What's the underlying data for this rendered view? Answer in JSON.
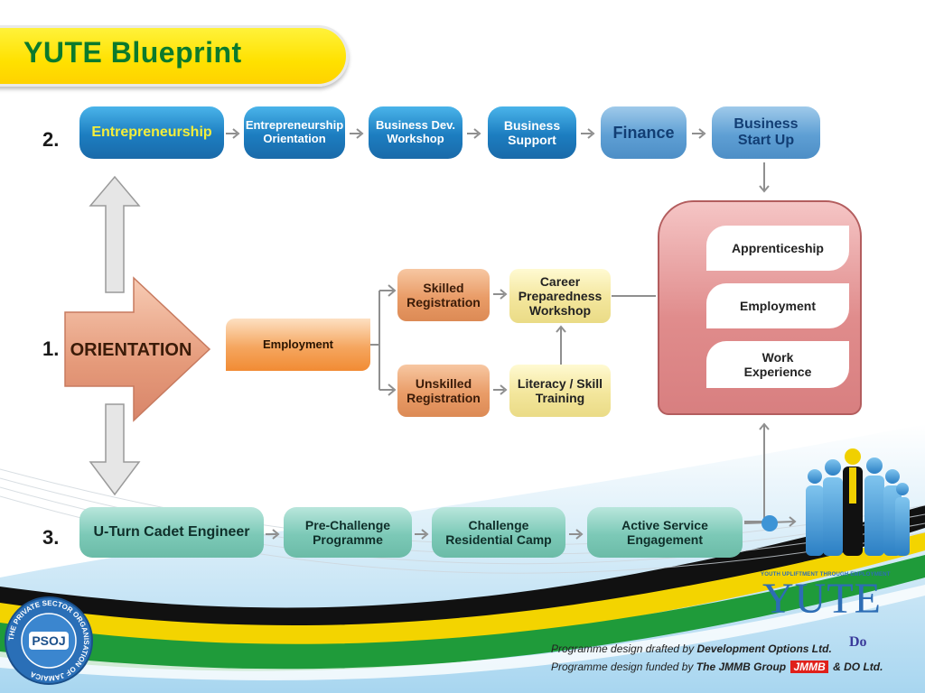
{
  "title": "YUTE Blueprint",
  "row_numbers": {
    "r1": "1.",
    "r2": "2.",
    "r3": "3."
  },
  "orientation": {
    "label": "ORIENTATION"
  },
  "entrepreneurship_track": {
    "start": "Entrepreneurship",
    "steps": [
      "Entrepreneurship Orientation",
      "Business Dev. Workshop",
      "Business Support",
      "Finance",
      "Business Start Up"
    ]
  },
  "employment_track": {
    "start": "Employment",
    "skilled": "Skilled Registration",
    "unskilled": "Unskilled Registration",
    "career": "Career Preparedness Workshop",
    "literacy": "Literacy / Skill Training"
  },
  "outcomes": [
    "Apprenticeship",
    "Employment",
    "Work Experience"
  ],
  "uturn_track": {
    "steps": [
      "U-Turn Cadet Engineer",
      "Pre-Challenge Programme",
      "Challenge Residential Camp",
      "Active Service Engagement"
    ]
  },
  "yute_logo": {
    "tagline": "YOUTH UPLIFTMENT THROUGH EMPLOYMENT",
    "wordmark": "YUTE"
  },
  "psoj_seal": {
    "text": "THE PRIVATE SECTOR ORGANISATION OF JAMAICA",
    "monogram": "PSOJ"
  },
  "credits": {
    "line1_prefix": "Programme design drafted by",
    "line1_org": "Development Options Ltd.",
    "line2_prefix": "Programme design funded by",
    "line2_org": "The JMMB Group",
    "line2_suffix": "& DO Ltd.",
    "do_logo": "Do",
    "jmmb_logo": "JMMB"
  },
  "colors": {
    "title_green": "#0b7a2c",
    "title_yellow": "#ffe100",
    "entre_text_yellow": "#f4ee3a",
    "blue": "#1c7dc0",
    "yute_blue": "#2d6db5"
  }
}
